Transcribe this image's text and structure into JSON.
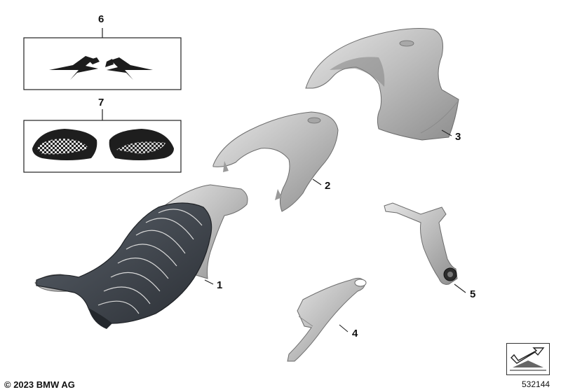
{
  "callouts": {
    "c1": "1",
    "c2": "2",
    "c3": "3",
    "c4": "4",
    "c5": "5",
    "c6": "6",
    "c7": "7"
  },
  "footer": {
    "copyright": "© 2023 BMW AG",
    "diagram_id": "532144"
  },
  "icons": {
    "nav": "arrow-icon"
  },
  "colors": {
    "part_fill": "#c8c8c8",
    "part_dark": "#8c8c8c",
    "seat": "#3a3f46",
    "line": "#222222"
  }
}
